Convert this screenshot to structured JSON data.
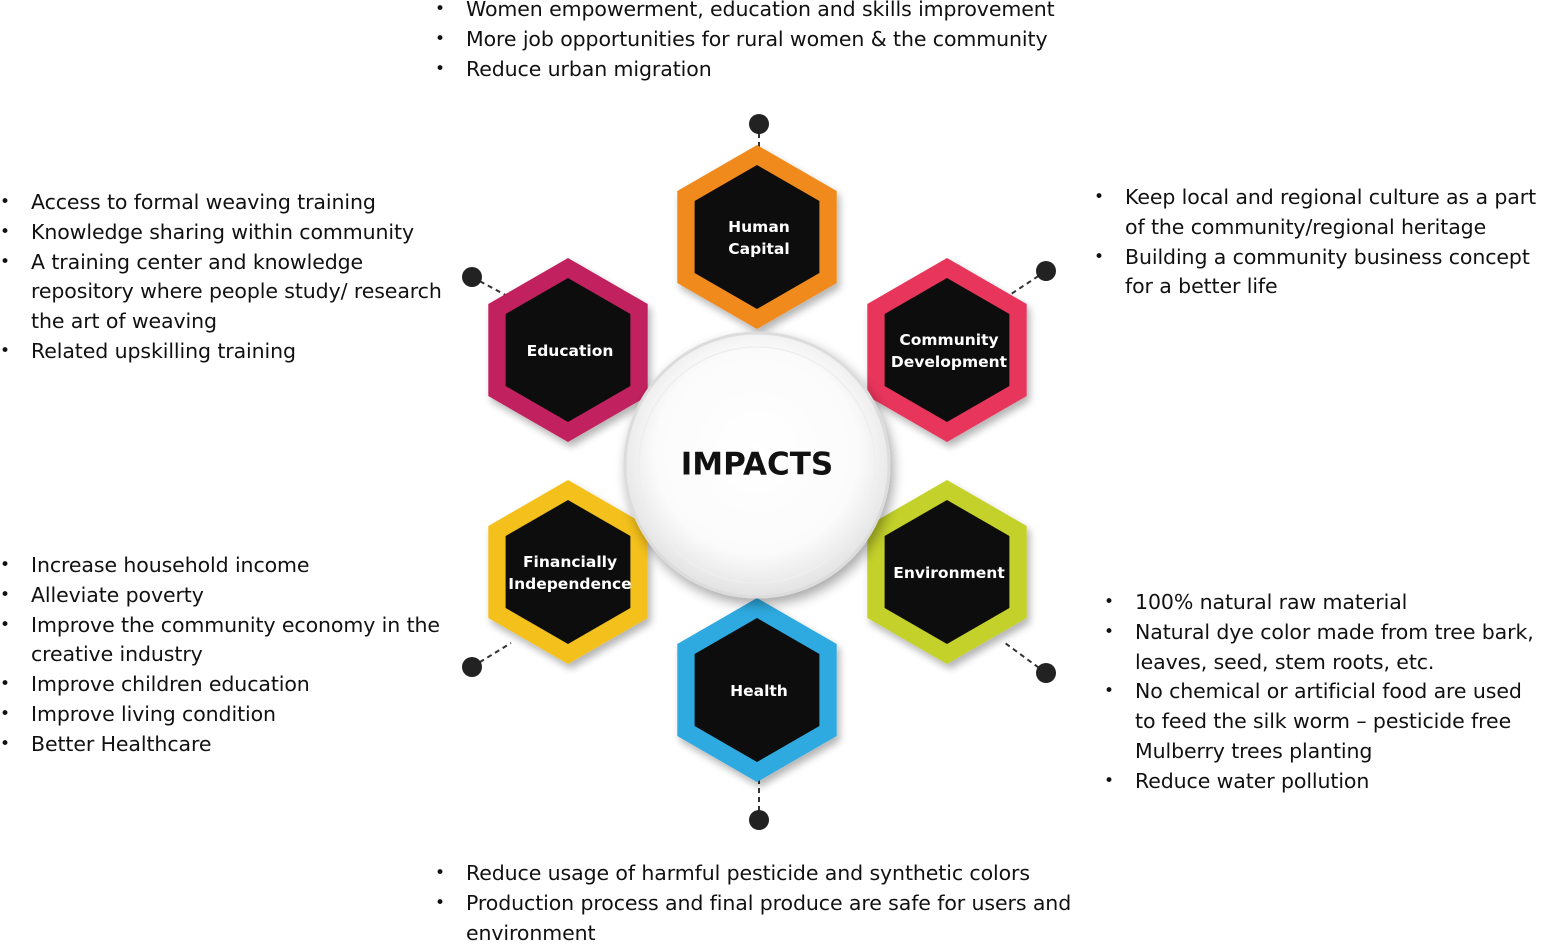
{
  "center": {
    "title": "IMPACTS"
  },
  "hexagons": [
    {
      "key": "human-capital",
      "lines": [
        "Human",
        "Capital"
      ],
      "color": "#f08a1d"
    },
    {
      "key": "community-development",
      "lines": [
        "Community",
        "Development"
      ],
      "color": "#e8355b"
    },
    {
      "key": "environment",
      "lines": [
        "Environment"
      ],
      "color": "#c3d12a"
    },
    {
      "key": "health",
      "lines": [
        "Health"
      ],
      "color": "#2eaae1"
    },
    {
      "key": "financially-independence",
      "lines": [
        "Financially",
        "Independence"
      ],
      "color": "#f4c11b"
    },
    {
      "key": "education",
      "lines": [
        "Education"
      ],
      "color": "#c1225f"
    }
  ],
  "lists": {
    "top": [
      "Women empowerment, education and skills improvement",
      "More job opportunities for rural women & the community",
      "Reduce urban migration"
    ],
    "left_upper": [
      "Access to formal weaving training",
      "Knowledge sharing within community",
      "A training center and knowledge repository where people study/ research the art of weaving",
      "Related upskilling training"
    ],
    "right_upper": [
      "Keep local and regional culture as a part of the community/regional heritage",
      "Building a community business concept for a better life"
    ],
    "left_lower": [
      "Increase household income",
      "Alleviate poverty",
      "Improve the community economy in the creative industry",
      "Improve children education",
      "Improve living condition",
      "Better Healthcare"
    ],
    "right_lower": [
      "100% natural raw material",
      "Natural dye color made from tree bark, leaves, seed, stem roots, etc.",
      "No chemical or artificial food are used to feed the silk worm – pesticide free Mulberry trees planting",
      "Reduce water pollution"
    ],
    "bottom": [
      "Reduce usage of harmful pesticide and synthetic colors",
      "Production process and final produce are safe for users and environment"
    ]
  }
}
